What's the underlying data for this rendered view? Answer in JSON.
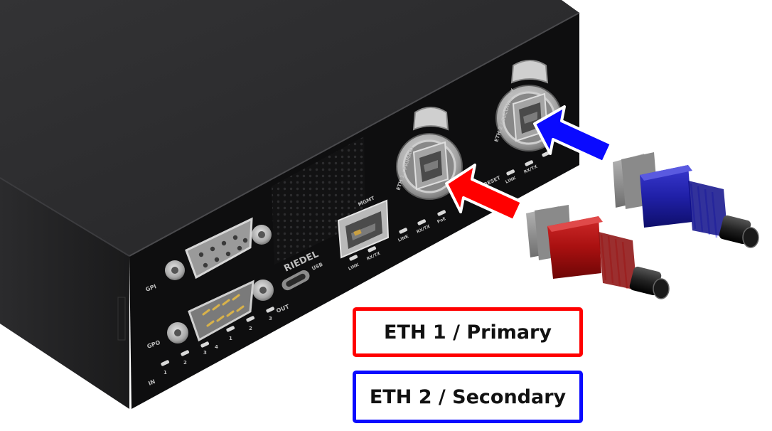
{
  "callouts": {
    "primary": "ETH 1 / Primary",
    "secondary": "ETH 2 / Secondary"
  },
  "panel_labels": {
    "gpi": "GPI",
    "gpo": "GPO",
    "usb": "USB",
    "mgmt": "MGMT",
    "link": "LINK",
    "rxtx": "RX/TX",
    "poe": "PoE",
    "reset": "RESET",
    "eth1": "ETH 1 / PRIMARY",
    "eth2": "ETH 2 / SECONDARY",
    "in": "IN",
    "out": "OUT",
    "n1": "1",
    "n2": "2",
    "n3": "3",
    "n4": "4",
    "brand": "RIEDEL"
  },
  "colors": {
    "primary": "#ff0000",
    "secondary": "#0a0aff",
    "device_body": "#1e1e1f",
    "device_top": "#2a2a2b",
    "front_panel": "#0d0d0e"
  }
}
